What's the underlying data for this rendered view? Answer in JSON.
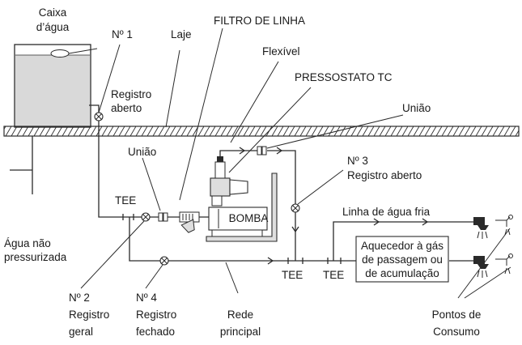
{
  "labels": {
    "caixa_1": "Caixa",
    "caixa_2": "d’água",
    "n1": "Nº 1",
    "laje": "Laje",
    "filtro": "FILTRO DE LINHA",
    "flexivel": "Flexível",
    "pressostato": "PRESSOSTATO TC",
    "registro_aberto_1a": "Registro",
    "registro_aberto_1b": "aberto",
    "uniao_right": "União",
    "n3": "Nº 3",
    "registro_aberto_3": "Registro aberto",
    "uniao_left": "União",
    "tee_left": "TEE",
    "bomba": "BOMBA",
    "linha_agua_fria": "Linha de água fria",
    "aquecedor_1": "Aquecedor à gás",
    "aquecedor_2": "de passagem ou",
    "aquecedor_3": "de acumulação",
    "agua_nao_1": "Água não",
    "agua_nao_2": "pressurizada",
    "tee_mid": "TEE",
    "tee_right": "TEE",
    "n2": "Nº 2",
    "n2_registro": "Registro",
    "n2_geral": "geral",
    "n4": "Nº 4",
    "n4_registro": "Registro",
    "n4_fechado": "fechado",
    "rede_1": "Rede",
    "rede_2": "principal",
    "pontos_1": "Pontos de",
    "pontos_2": "Consumo"
  },
  "colors": {
    "line": "#2a2a2a",
    "water": "#d9d9d9",
    "pump_body": "#dedede",
    "valve_fill": "#ffffff"
  }
}
